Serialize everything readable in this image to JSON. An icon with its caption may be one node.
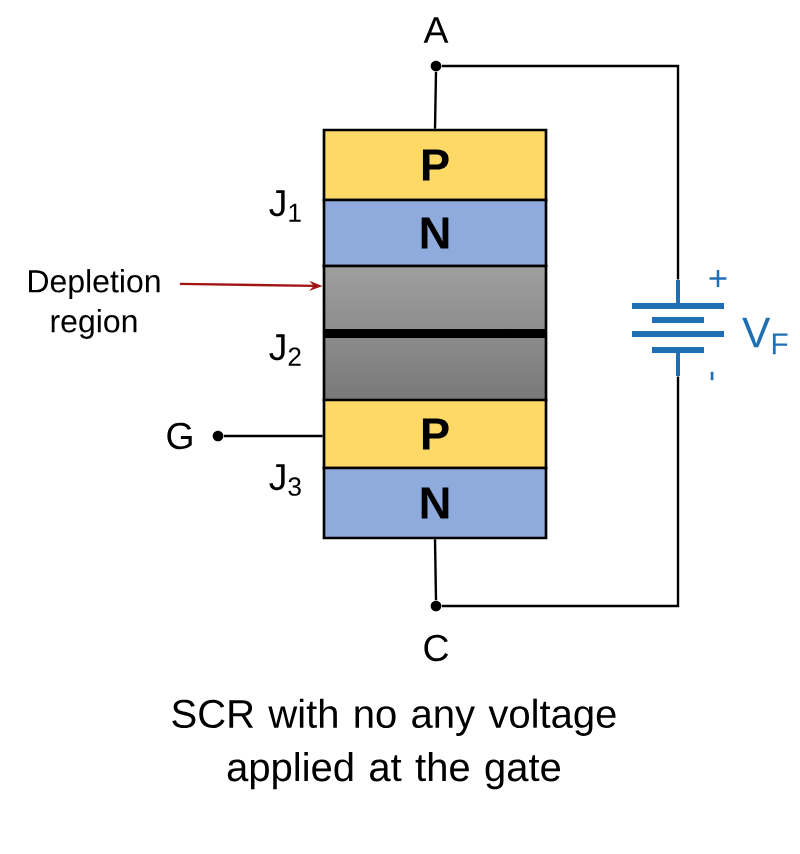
{
  "diagram": {
    "caption": "SCR with no any voltage applied at the gate",
    "nodes": [
      {
        "text": [],
        "shape": "circle",
        "beside": [
          "A"
        ]
      },
      {
        "text": [
          "P"
        ]
      },
      {
        "text": [
          "N"
        ]
      },
      {
        "text": [],
        "shape": "box"
      },
      {
        "text": [
          "P"
        ]
      },
      {
        "text": [
          "N"
        ]
      },
      {
        "text": [],
        "shape": "circle",
        "beside": [
          "G"
        ]
      },
      {
        "text": [],
        "shape": "circle",
        "beside": [
          "C"
        ]
      },
      {
        "text": [],
        "shape": "battery",
        "beside": [
          "+",
          "V$_{F}$",
          "-"
        ]
      },
      {
        "text": [
          "Depletion region"
        ]
      }
    ],
    "edges": [
      {
        "from": 0,
        "to": 1,
        "arrow": "none"
      },
      {
        "from": 0,
        "to": 8,
        "arrow": "none"
      },
      {
        "from": 8,
        "to": 7,
        "arrow": "none"
      },
      {
        "from": 5,
        "to": 7,
        "arrow": "none"
      },
      {
        "from": 6,
        "to": 4,
        "arrow": "none"
      },
      {
        "from": 9,
        "to": 3,
        "arrow": "to",
        "color": "#a31515"
      }
    ],
    "labels": [
      "J$_{1}$",
      "J$_{2}$",
      "J$_{3}$"
    ]
  }
}
